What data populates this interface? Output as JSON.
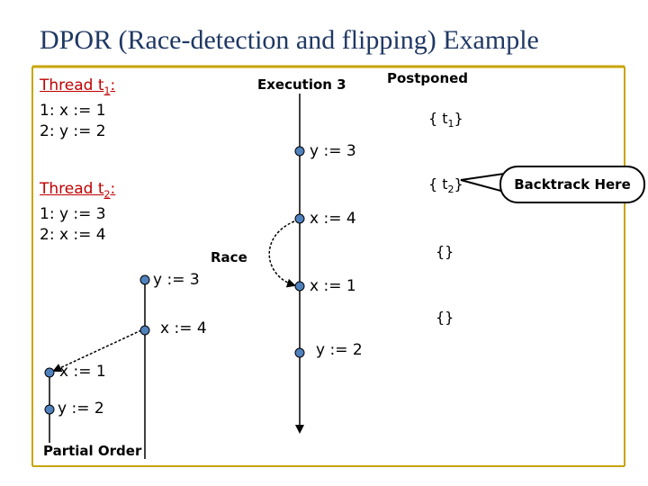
{
  "title": "DPOR (Race-detection and flipping) Example",
  "colors": {
    "title": "#1f3864",
    "rule": "#c8a400",
    "thread_label": "#c00000"
  },
  "thread1": {
    "label": "Thread t",
    "sub": "1",
    "colon": ":",
    "line1": "1: x := 1",
    "line2": "2: y := 2"
  },
  "thread2": {
    "label": "Thread t",
    "sub": "2",
    "colon": ":",
    "line1": "1: y := 3",
    "line2": "2: x := 4"
  },
  "execution": {
    "heading": "Execution 3",
    "events": [
      "y := 3",
      "x := 4",
      "x := 1",
      "y := 2"
    ]
  },
  "postponed": {
    "heading": "Postponed",
    "sets": [
      {
        "open": "{ t",
        "sub": "1",
        "close": "}"
      },
      {
        "open": "{ t",
        "sub": "2",
        "close": "}"
      },
      {
        "open": "{}",
        "sub": "",
        "close": ""
      },
      {
        "open": "{}",
        "sub": "",
        "close": ""
      }
    ]
  },
  "callout": "Backtrack Here",
  "race_label": "Race",
  "partial_order": {
    "label": "Partial Order",
    "events": [
      "y := 3",
      "x := 4",
      "x := 1",
      "y := 2"
    ]
  }
}
